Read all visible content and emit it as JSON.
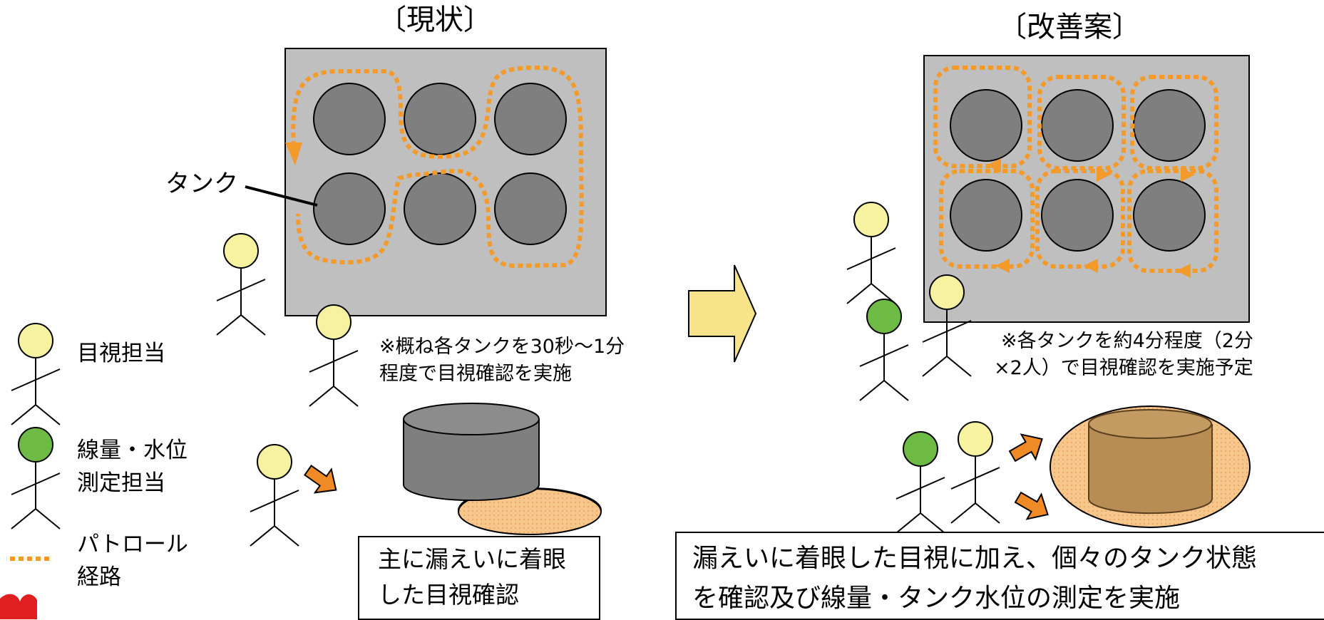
{
  "current": {
    "heading": "〔現状〕",
    "tank_label": "タンク",
    "note_line1": "※概ね各タンクを30秒～1分",
    "note_line2": "程度で目視確認を実施",
    "focus_line1": "主に漏えいに着眼",
    "focus_line2": "した目視確認"
  },
  "improved": {
    "heading": "〔改善案〕",
    "note_line1": "※各タンクを約4分程度（2分",
    "note_line2": "×2人）で目視確認を実施予定",
    "focus_line1": "漏えいに着眼した目視に加え、個々のタンク状態",
    "focus_line2": "を確認及び線量・タンク水位の測定を実施"
  },
  "legend": {
    "visual": "目視担当",
    "measure_line1": "線量・水位",
    "measure_line2": "測定担当",
    "route_line1": "パトロール",
    "route_line2": "経路"
  },
  "colors": {
    "visual_person": "#f6f2a0",
    "measure_person": "#6dba45",
    "route": "#f39a2a",
    "site": "#bfbfbf",
    "tank": "#7f7f7f",
    "big_arrow": "#f7e38a"
  }
}
